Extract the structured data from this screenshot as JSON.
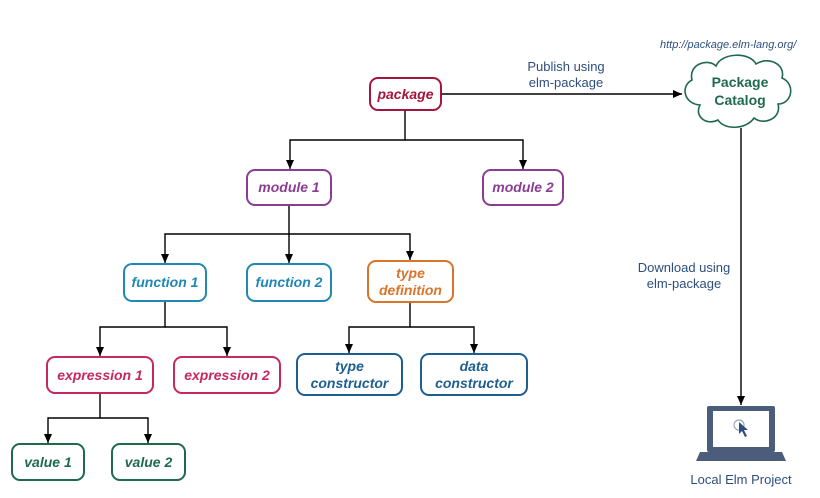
{
  "nodes": {
    "package": "package",
    "module_1": "module 1",
    "module_2": "module 2",
    "function_1": "function 1",
    "function_2": "function 2",
    "type_definition": "type\ndefinition",
    "expression_1": "expression 1",
    "expression_2": "expression 2",
    "type_constructor": "type\nconstructor",
    "data_constructor": "data\nconstructor",
    "value_1": "value 1",
    "value_2": "value 2"
  },
  "publish_label": "Publish using\nelm-package",
  "download_label": "Download using\nelm-package",
  "catalog": {
    "url": "http://package.elm-lang.org/",
    "title": "Package\nCatalog"
  },
  "local_project_label": "Local Elm Project",
  "colors": {
    "package": "#a4163c",
    "module": "#8b3e91",
    "function": "#2187b5",
    "type_definition": "#d9742a",
    "expression": "#c52a5c",
    "constructor": "#1d5f8f",
    "value": "#1f6a4d",
    "edge": "#000000",
    "label_text": "#2d4e7e",
    "cloud_stroke": "#1f6a4d",
    "laptop_fill": "#4b5d7a"
  },
  "icons": {
    "catalog": "cloud-icon",
    "local_project": "laptop-icon"
  }
}
